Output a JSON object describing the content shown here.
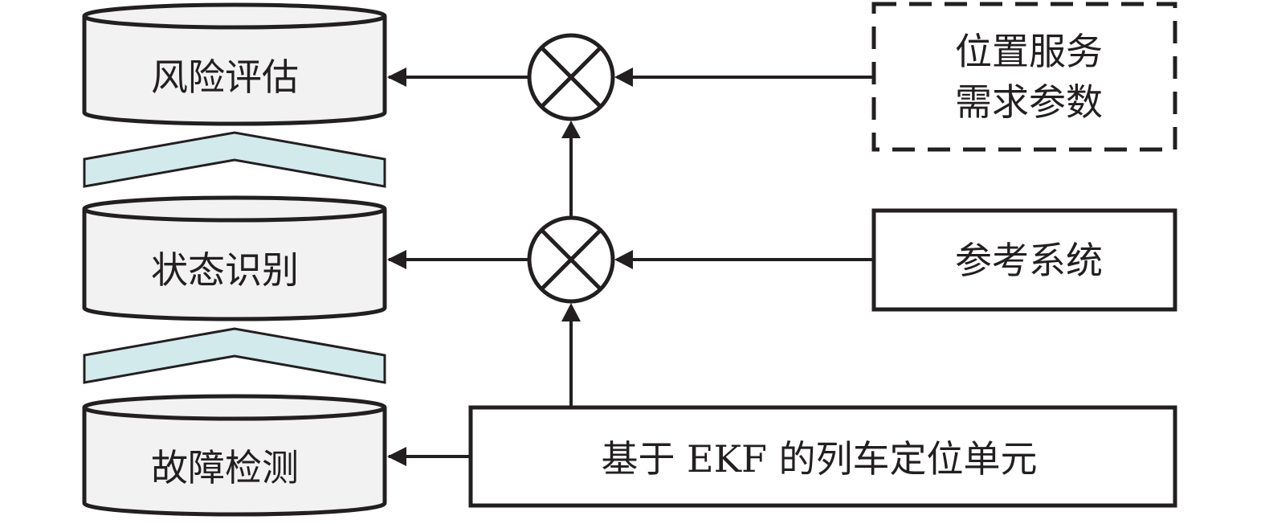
{
  "diagram": {
    "layers": [
      {
        "id": "risk",
        "label": "风险评估"
      },
      {
        "id": "state",
        "label": "状态识别"
      },
      {
        "id": "fault",
        "label": "故障检测"
      }
    ],
    "inputs": {
      "service": {
        "line1": "位置服务",
        "line2": "需求参数",
        "style": "dashed"
      },
      "reference": {
        "label": "参考系统"
      },
      "ekf": {
        "label": "基于 EKF 的列车定位单元"
      }
    },
    "operators": [
      {
        "id": "upper",
        "symbol": "⊗"
      },
      {
        "id": "lower",
        "symbol": "⊗"
      }
    ],
    "colors": {
      "stroke": "#231f20",
      "cylinder_fill": "#f2f2f2",
      "chevron_fill": "#d3eaec",
      "background": "#ffffff"
    }
  }
}
